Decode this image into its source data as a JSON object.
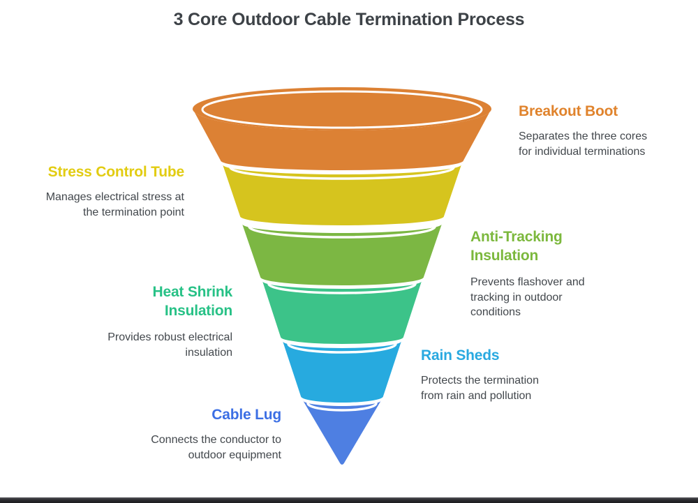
{
  "title": "3 Core Outdoor Cable Termination Process",
  "colors": {
    "background": "#ffffff",
    "title_text": "#3d4247",
    "description_text": "#42474c",
    "bottom_bar": "#2b2b2f"
  },
  "stages": [
    {
      "label": "Breakout Boot",
      "description": "Separates the three cores for individual terminations",
      "color": "#dc8134",
      "label_color": "#e0832c",
      "side": "right"
    },
    {
      "label": "Stress Control Tube",
      "description": "Manages electrical stress at the termination point",
      "color": "#d6c41e",
      "label_color": "#e2cc12",
      "side": "left"
    },
    {
      "label": "Anti-Tracking Insulation",
      "description": "Prevents flashover and tracking in outdoor conditions",
      "color": "#7cb743",
      "label_color": "#7cb83d",
      "side": "right"
    },
    {
      "label": "Heat Shrink Insulation",
      "description": "Provides robust electrical insulation",
      "color": "#3cc389",
      "label_color": "#27c186",
      "side": "left"
    },
    {
      "label": "Rain Sheds",
      "description": "Protects the termination from rain and pollution",
      "color": "#27aadf",
      "label_color": "#29a9e0",
      "side": "right"
    },
    {
      "label": "Cable Lug",
      "description": "Connects the conductor to outdoor equipment",
      "color": "#4e7fe2",
      "label_color": "#3c6fe4",
      "side": "left"
    }
  ]
}
